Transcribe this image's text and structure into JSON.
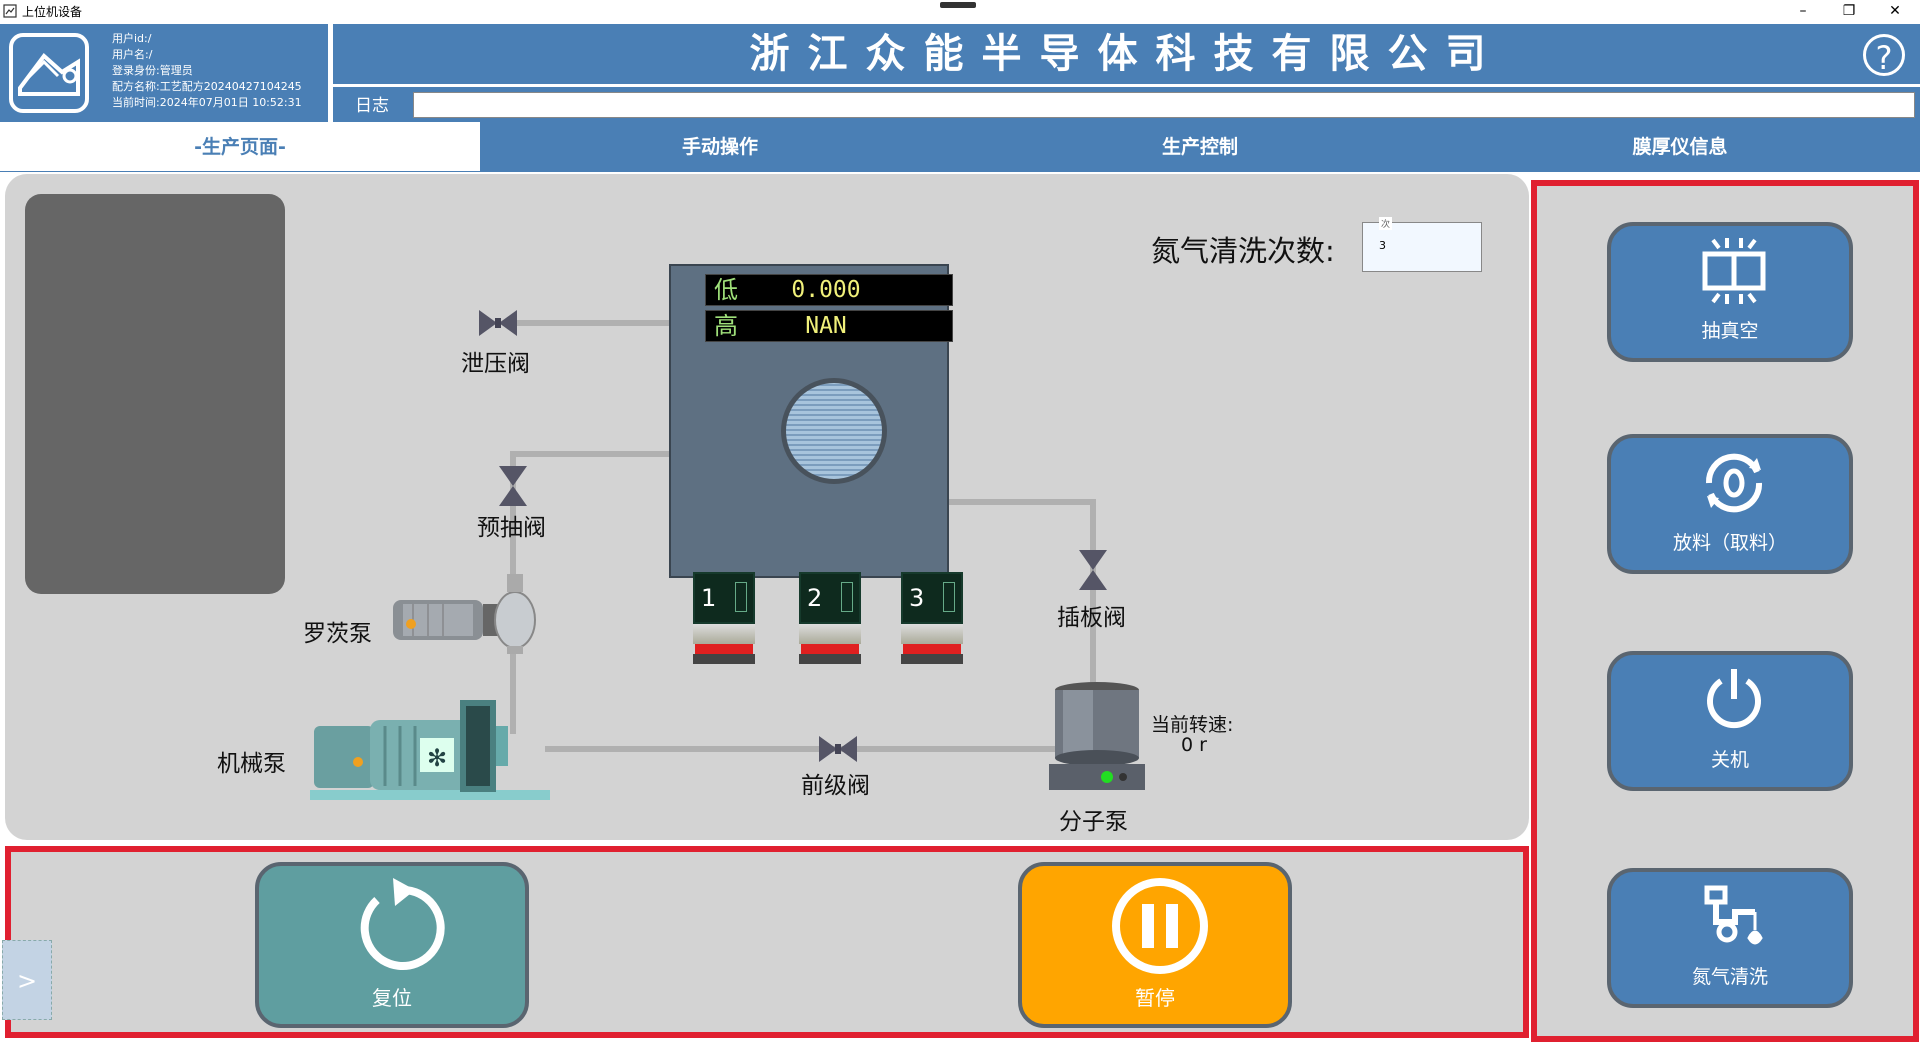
{
  "window": {
    "title": "上位机设备",
    "minimize": "–",
    "restore": "❐",
    "close": "✕"
  },
  "user": {
    "id_line": "用户id:/",
    "name_line": "用户名:/",
    "role_line": "登录身份:管理员",
    "recipe_line": "配方名称:工艺配方20240427104245",
    "time_line": "当前时间:2024年07月01日 10:52:31"
  },
  "header": {
    "company": "浙江众能半导体科技有限公司",
    "help": "?",
    "log_label": "日志"
  },
  "tabs": [
    {
      "label": "-生产页面-",
      "active": true
    },
    {
      "label": "手动操作",
      "active": false
    },
    {
      "label": "生产控制",
      "active": false
    },
    {
      "label": "膜厚仪信息",
      "active": false
    }
  ],
  "diagram": {
    "valves": {
      "relief": "泄压阀",
      "pre_pump": "预抽阀",
      "gate": "插板阀",
      "foreline": "前级阀"
    },
    "pumps": {
      "roots": "罗茨泵",
      "mechanical": "机械泵",
      "molecular": "分子泵"
    },
    "speed_label": "当前转速:",
    "speed_value": "0 r",
    "readings": [
      {
        "key": "低",
        "value": "0.000"
      },
      {
        "key": "高",
        "value": "NAN"
      }
    ],
    "gauges": [
      "1",
      "2",
      "3"
    ],
    "n2_label": "氮气清洗次数:",
    "n2_value": "3",
    "n2_unit": "次"
  },
  "right_buttons": [
    {
      "label": "抽真空",
      "icon": "vacuum-icon"
    },
    {
      "label": "放料（取料）",
      "icon": "unload-icon"
    },
    {
      "label": "关机",
      "icon": "power-icon"
    },
    {
      "label": "氮气清洗",
      "icon": "nitrogen-purge-icon"
    }
  ],
  "bottom_buttons": {
    "reset": {
      "label": "复位",
      "color": "#5f9ea0"
    },
    "pause": {
      "label": "暂停",
      "color": "#ffa500"
    }
  },
  "side_toggle": ">",
  "colors": {
    "primary": "#4a7fb5",
    "panel": "#d3d3d3",
    "highlight": "#e02030"
  }
}
